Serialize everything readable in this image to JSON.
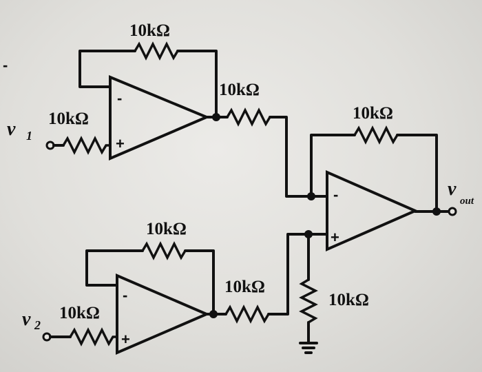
{
  "diagram": {
    "resistor_labels": {
      "r_feedback_top": "10kΩ",
      "r_input_top": "10kΩ",
      "r_link_top": "10kΩ",
      "r_feedback_out": "10kΩ",
      "r_feedback_bottom": "10kΩ",
      "r_input_bottom": "10kΩ",
      "r_link_bottom": "10kΩ",
      "r_ground": "10kΩ"
    },
    "pin_labels": {
      "minus": "-",
      "plus": "+"
    },
    "inputs": {
      "v1_main": "v",
      "v1_sub": "1",
      "v2_main": "v",
      "v2_sub": "2"
    },
    "output": {
      "main": "v",
      "sub": "out"
    },
    "stray_mark": "-"
  }
}
